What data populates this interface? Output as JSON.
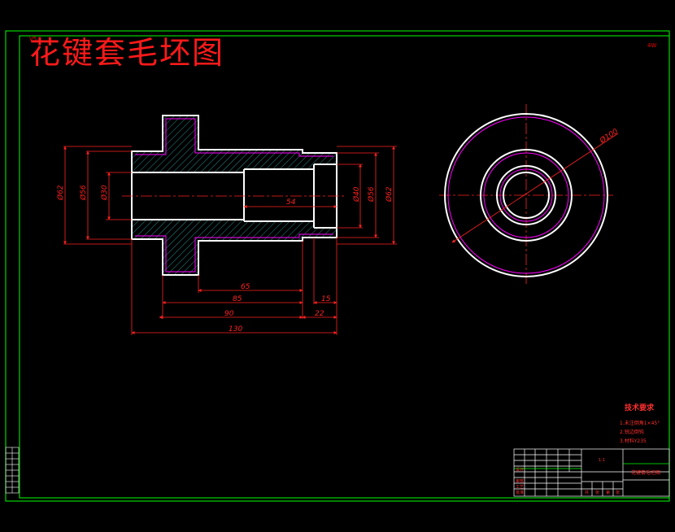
{
  "title": "花键套毛坯图",
  "corner_top_left": "V5",
  "corner_top_right": "4W",
  "dimensions": {
    "d62_left": "Ø62",
    "d56_left": "Ø56",
    "d30": "Ø30",
    "len_54": "54",
    "d40": "Ø40",
    "d56_right": "Ø56",
    "d62_right": "Ø62",
    "len_65": "65",
    "len_85": "85",
    "len_15": "15",
    "len_90": "90",
    "len_22": "22",
    "len_130": "130",
    "d100": "Ø100"
  },
  "tech": {
    "heading": "技术要求",
    "lines": [
      "1.未注倒角1×45°",
      "2.锐边倒钝",
      "3.材料Y235"
    ]
  },
  "titleblock": {
    "scale_mark": "1:1",
    "name": "花键套毛坯图",
    "row_labels": [
      "设计",
      "审核",
      "工艺",
      "批准"
    ],
    "bottom_labels": [
      "共",
      "张",
      "第",
      "张"
    ]
  },
  "colors": {
    "frame": "#00ff00",
    "outline": "#ffffff",
    "accent": "#ff00ff",
    "dimension": "#ff2222",
    "hatch": "#2a8a8a"
  }
}
